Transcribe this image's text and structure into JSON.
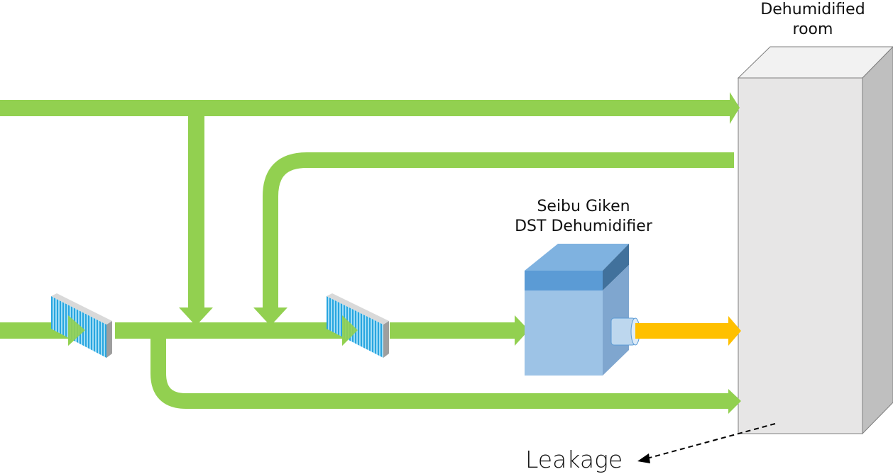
{
  "labels": {
    "room_line1": "Dehumidified",
    "room_line2": "room",
    "dehumidifier_line1": "Seibu Giken",
    "dehumidifier_line2": "DST Dehumidifier",
    "leakage": "Leakage"
  },
  "colors": {
    "airflow": "#92d050",
    "dry_air": "#ffc000",
    "dehumidifier_top": "#5b9bd5",
    "dehumidifier_body": "#9dc3e6",
    "room": "#e7e6e6",
    "filter": "#47b3e8"
  },
  "icons": [
    "air-filter-icon",
    "air-filter-icon",
    "dehumidifier-box-icon",
    "room-box-icon"
  ]
}
